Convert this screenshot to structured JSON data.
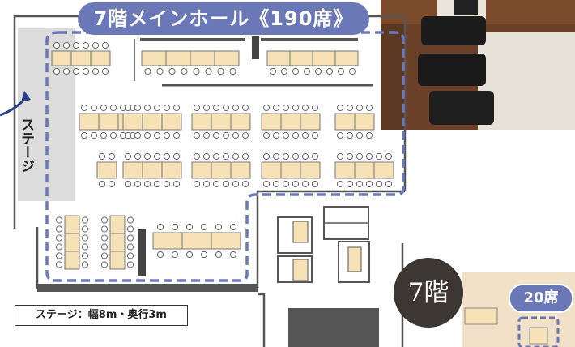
{
  "hall": {
    "title": "7階メインホール《190席》",
    "stage_label": "ステージ"
  },
  "floor_badge": {
    "label": "7階"
  },
  "private_room": {
    "seats_label": "20席"
  },
  "stage_info": {
    "text": "ステージ：幅8m・奥行3m"
  },
  "colors": {
    "accent": "#6b78b8",
    "table": "#f7e2b7",
    "wall": "#555555",
    "stage": "#dcdcdc",
    "badge": "#3d3734"
  }
}
